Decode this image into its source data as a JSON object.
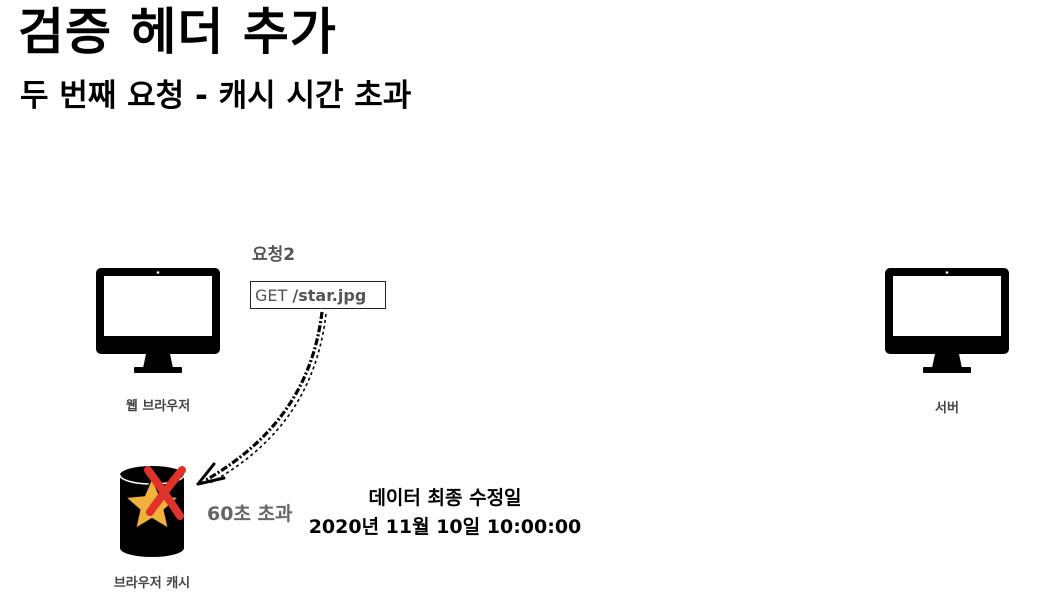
{
  "title": "검증 헤더 추가",
  "subtitle": "두 번째 요청 - 캐시 시간 초과",
  "request": {
    "label": "요청2",
    "method": "GET",
    "path": "/star.jpg"
  },
  "nodes": {
    "browser": "웹 브라우저",
    "server": "서버",
    "cache": "브라우저 캐시"
  },
  "cache_status": "60초 초과",
  "last_modified": {
    "label": "데이터 최종 수정일",
    "value": "2020년 11월 10일 10:00:00"
  },
  "colors": {
    "star": "#f2b13a",
    "cross": "#e0322b",
    "monitor": "#000000"
  }
}
